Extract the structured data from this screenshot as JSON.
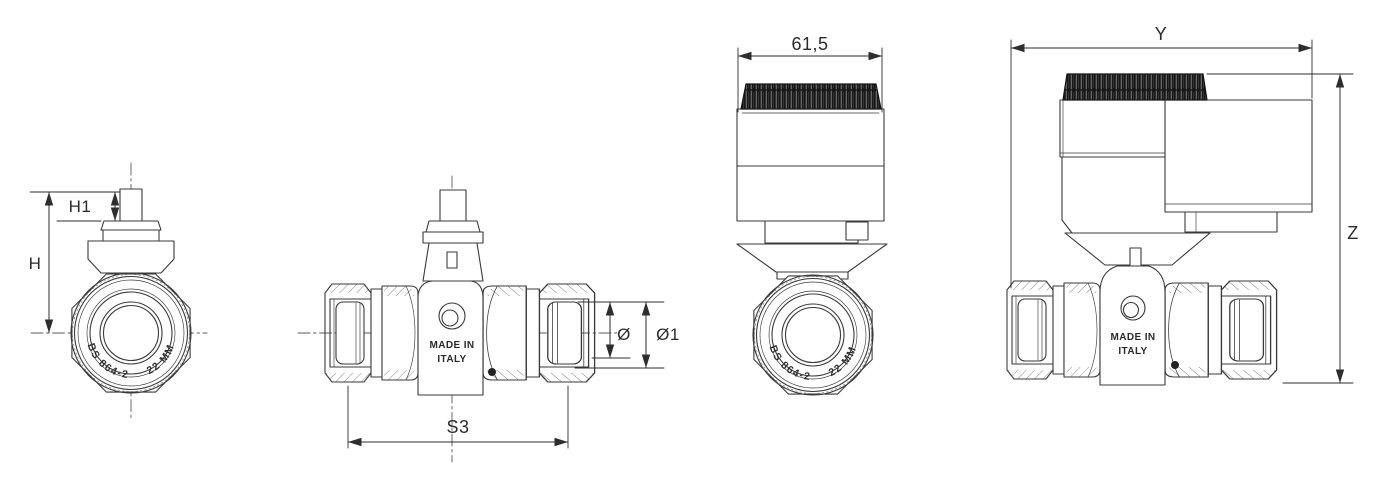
{
  "drawing": {
    "colors": {
      "background": "#ffffff",
      "line": "#3a3a3a",
      "dimension_line": "#2e2e2e",
      "text": "#2b2b2b",
      "knurl": "#181818"
    },
    "views": {
      "valve_end": {
        "dims": {
          "h1": "H1",
          "h": "H"
        },
        "engraving": {
          "left": "BS 864-2",
          "right": "22 MM"
        }
      },
      "valve_side": {
        "dims": {
          "s3": "S3",
          "dia": "Ø",
          "dia1": "Ø1"
        },
        "engraving": {
          "line1": "MADE IN",
          "line2": "ITALY"
        }
      },
      "actuator_end": {
        "dims": {
          "width": "61,5"
        },
        "engraving": {
          "left": "BS 864-2",
          "right": "22 MM"
        }
      },
      "actuator_side": {
        "dims": {
          "y": "Y",
          "z": "Z"
        },
        "engraving": {
          "line1": "MADE IN",
          "line2": "ITALY"
        }
      }
    }
  }
}
